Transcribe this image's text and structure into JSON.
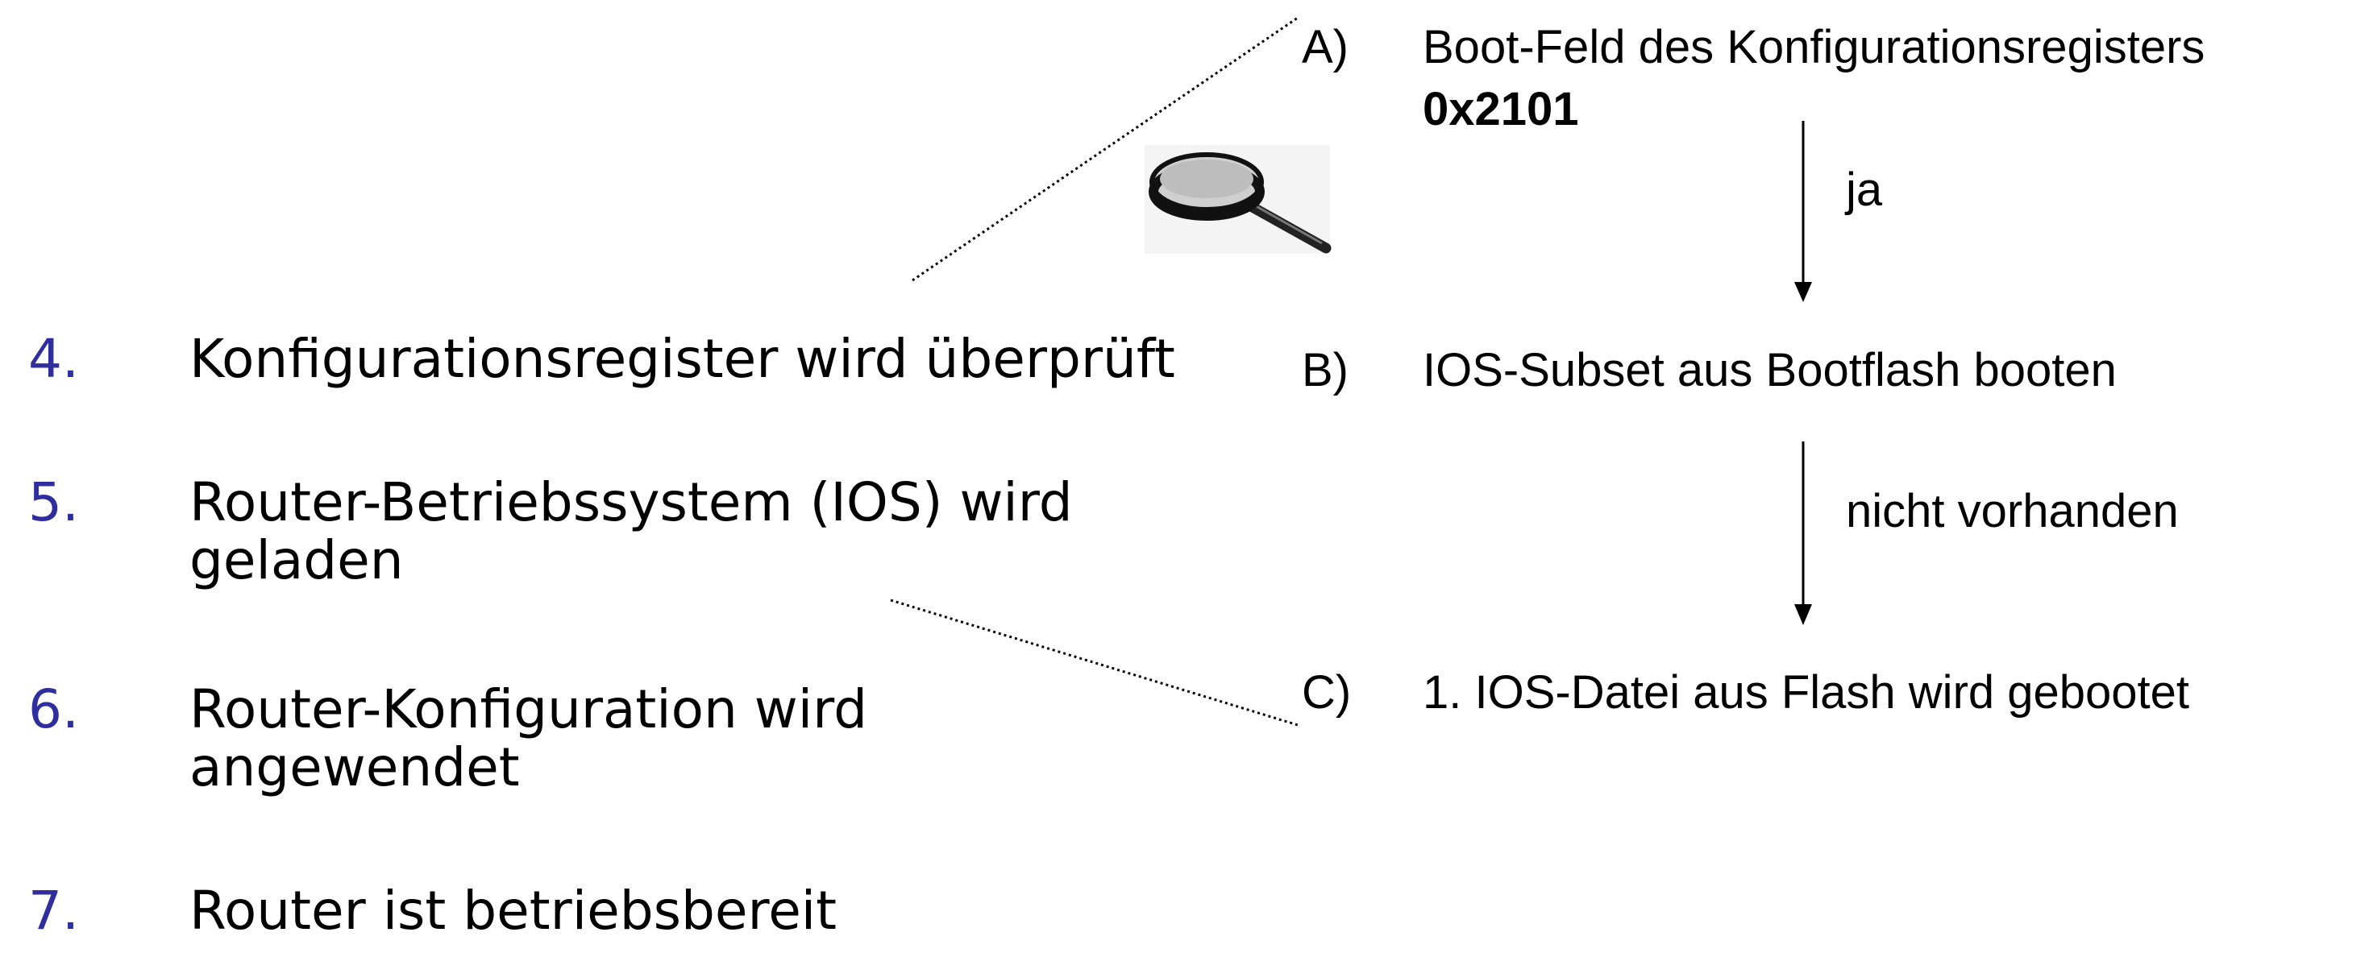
{
  "steps": [
    {
      "number": "4.",
      "text": "Konfigurationsregister wird überprüft"
    },
    {
      "number": "5.",
      "text_line1": "Router-Betriebssystem (IOS) wird",
      "text_line2": "geladen"
    },
    {
      "number": "6.",
      "text_line1": "Router-Konfiguration wird",
      "text_line2": "angewendet"
    },
    {
      "number": "7.",
      "text": "Router ist betriebsbereit"
    }
  ],
  "flow": {
    "a": {
      "marker": "A)",
      "text": "Boot-Feld des Konfigurationsregisters",
      "value": "0x2101"
    },
    "b": {
      "marker": "B)",
      "text": "IOS-Subset aus Bootflash booten"
    },
    "c": {
      "marker": "C)",
      "text": "1. IOS-Datei aus Flash wird gebootet"
    },
    "arrow_ab_label": "ja",
    "arrow_bc_label": "nicht vorhanden"
  },
  "icons": {
    "zoom": "magnifying-glass-icon"
  },
  "colors": {
    "step_number": "#2e2e9e",
    "text": "#000000"
  }
}
